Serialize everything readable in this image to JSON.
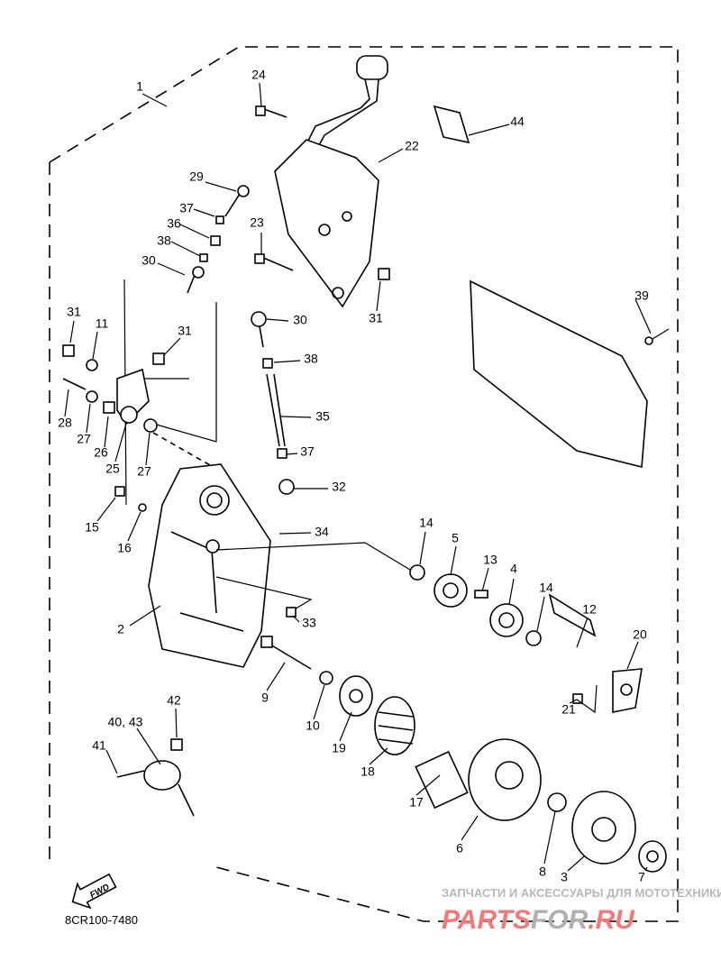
{
  "diagram": {
    "code": "8CR100-7480",
    "fwd_label": "FWD",
    "callouts": [
      "1",
      "24",
      "44",
      "22",
      "29",
      "37",
      "36",
      "38",
      "30",
      "23",
      "31",
      "39",
      "31",
      "11",
      "30",
      "31",
      "38",
      "28",
      "27",
      "26",
      "25",
      "27",
      "35",
      "37",
      "32",
      "15",
      "16",
      "34",
      "14",
      "5",
      "13",
      "4",
      "14",
      "12",
      "20",
      "2",
      "33",
      "9",
      "10",
      "19",
      "18",
      "17",
      "6",
      "42",
      "40, 43",
      "41",
      "21",
      "8",
      "3",
      "7"
    ]
  },
  "watermark": {
    "tagline": "ЗАПЧАСТИ И АКСЕССУАРЫ ДЛЯ МОТОТЕХНИКИ",
    "brand_part1": "PARTS",
    "brand_part2": "FOR",
    "brand_part3": ".RU",
    "colors": {
      "red": "#f07a7a",
      "gray": "#b0b0b0"
    }
  }
}
